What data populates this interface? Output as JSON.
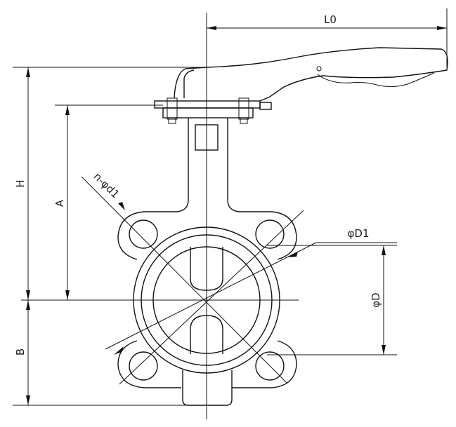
{
  "labels": {
    "L0": "L0",
    "H": "H",
    "A": "A",
    "B": "B",
    "n_d1": "n-φd1",
    "D1": "φD1",
    "D": "φD"
  },
  "colors": {
    "line": "#111111",
    "background": "#ffffff"
  }
}
